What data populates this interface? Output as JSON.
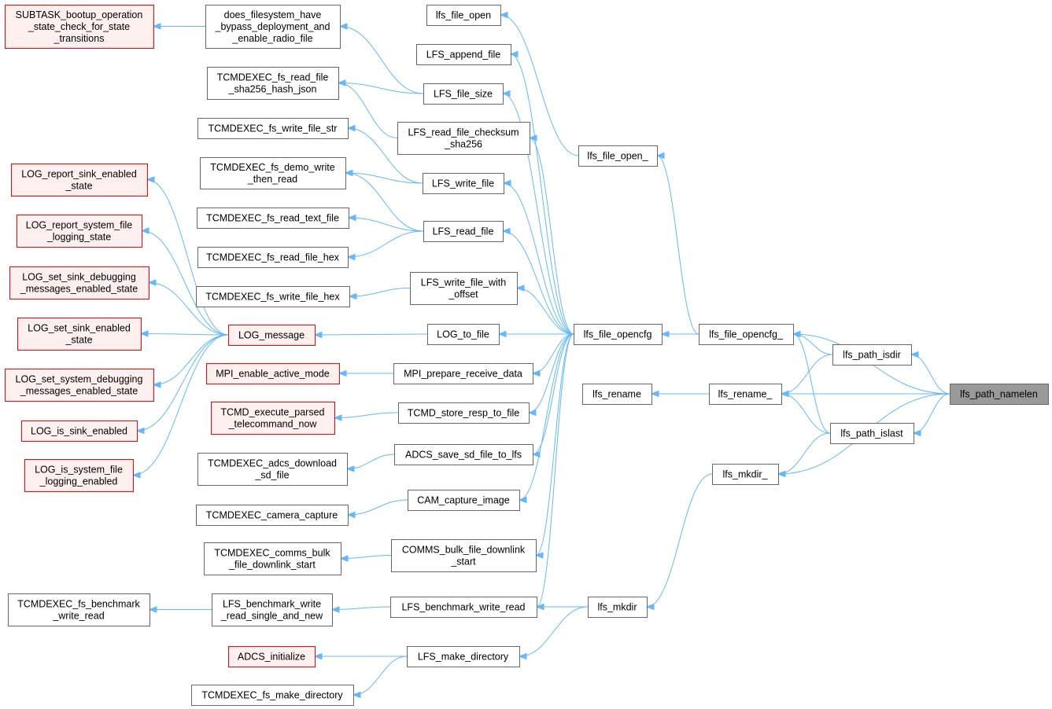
{
  "colors": {
    "edge": "#63b8ff",
    "normal_fill": "#ffffff",
    "normal_stroke": "#666666",
    "truncated_fill": "#fff0f0",
    "truncated_stroke": "#ff0000",
    "root_fill": "#999999",
    "root_stroke": "#666666"
  },
  "nodes": [
    {
      "id": "n_subtask",
      "lines": [
        "SUBTASK_bootup_operation",
        "_state_check_for_state",
        "_transitions"
      ],
      "style": "truncated"
    },
    {
      "id": "n_does_fs",
      "lines": [
        "does_filesystem_have",
        "_bypass_deployment_and",
        "_enable_radio_file"
      ],
      "style": "normal"
    },
    {
      "id": "n_fs_read_sha",
      "lines": [
        "TCMDEXEC_fs_read_file",
        "_sha256_hash_json"
      ],
      "style": "normal"
    },
    {
      "id": "n_fs_write_str",
      "lines": [
        "TCMDEXEC_fs_write_file_str"
      ],
      "style": "normal"
    },
    {
      "id": "n_fs_demo",
      "lines": [
        "TCMDEXEC_fs_demo_write",
        "_then_read"
      ],
      "style": "normal"
    },
    {
      "id": "n_fs_read_text",
      "lines": [
        "TCMDEXEC_fs_read_text_file"
      ],
      "style": "normal"
    },
    {
      "id": "n_fs_read_hex",
      "lines": [
        "TCMDEXEC_fs_read_file_hex"
      ],
      "style": "normal"
    },
    {
      "id": "n_fs_write_hex",
      "lines": [
        "TCMDEXEC_fs_write_file_hex"
      ],
      "style": "normal"
    },
    {
      "id": "n_log_rse",
      "lines": [
        "LOG_report_sink_enabled",
        "_state"
      ],
      "style": "truncated"
    },
    {
      "id": "n_log_rsfl",
      "lines": [
        "LOG_report_system_file",
        "_logging_state"
      ],
      "style": "truncated"
    },
    {
      "id": "n_log_ssdm",
      "lines": [
        "LOG_set_sink_debugging",
        "_messages_enabled_state"
      ],
      "style": "truncated"
    },
    {
      "id": "n_log_sse",
      "lines": [
        "LOG_set_sink_enabled",
        "_state"
      ],
      "style": "truncated"
    },
    {
      "id": "n_log_ssysdm",
      "lines": [
        "LOG_set_system_debugging",
        "_messages_enabled_state"
      ],
      "style": "truncated"
    },
    {
      "id": "n_log_ise",
      "lines": [
        "LOG_is_sink_enabled"
      ],
      "style": "truncated"
    },
    {
      "id": "n_log_isfle",
      "lines": [
        "LOG_is_system_file",
        "_logging_enabled"
      ],
      "style": "truncated"
    },
    {
      "id": "n_log_message",
      "lines": [
        "LOG_message"
      ],
      "style": "truncated"
    },
    {
      "id": "n_mpi_enable",
      "lines": [
        "MPI_enable_active_mode"
      ],
      "style": "truncated"
    },
    {
      "id": "n_tcmd_exec_parsed",
      "lines": [
        "TCMD_execute_parsed",
        "_telecommand_now"
      ],
      "style": "truncated"
    },
    {
      "id": "n_adcs_download",
      "lines": [
        "TCMDEXEC_adcs_download",
        "_sd_file"
      ],
      "style": "normal"
    },
    {
      "id": "n_cam_capture_cmd",
      "lines": [
        "TCMDEXEC_camera_capture"
      ],
      "style": "normal"
    },
    {
      "id": "n_comms_bulk_cmd",
      "lines": [
        "TCMDEXEC_comms_bulk",
        "_file_downlink_start"
      ],
      "style": "normal"
    },
    {
      "id": "n_fs_bench_cmd",
      "lines": [
        "TCMDEXEC_fs_benchmark",
        "_write_read"
      ],
      "style": "normal"
    },
    {
      "id": "n_lfs_bench_single",
      "lines": [
        "LFS_benchmark_write",
        "_read_single_and_new"
      ],
      "style": "normal"
    },
    {
      "id": "n_adcs_init",
      "lines": [
        "ADCS_initialize"
      ],
      "style": "truncated"
    },
    {
      "id": "n_fs_make_dir_cmd",
      "lines": [
        "TCMDEXEC_fs_make_directory"
      ],
      "style": "normal"
    },
    {
      "id": "n_lfs_file_open",
      "lines": [
        "lfs_file_open"
      ],
      "style": "normal"
    },
    {
      "id": "n_lfs_append",
      "lines": [
        "LFS_append_file"
      ],
      "style": "normal"
    },
    {
      "id": "n_lfs_file_size",
      "lines": [
        "LFS_file_size"
      ],
      "style": "normal"
    },
    {
      "id": "n_lfs_read_checksum",
      "lines": [
        "LFS_read_file_checksum",
        "_sha256"
      ],
      "style": "normal"
    },
    {
      "id": "n_lfs_write_file",
      "lines": [
        "LFS_write_file"
      ],
      "style": "normal"
    },
    {
      "id": "n_lfs_read_file",
      "lines": [
        "LFS_read_file"
      ],
      "style": "normal"
    },
    {
      "id": "n_lfs_write_offset",
      "lines": [
        "LFS_write_file_with",
        "_offset"
      ],
      "style": "normal"
    },
    {
      "id": "n_log_to_file",
      "lines": [
        "LOG_to_file"
      ],
      "style": "normal"
    },
    {
      "id": "n_mpi_prepare",
      "lines": [
        "MPI_prepare_receive_data"
      ],
      "style": "normal"
    },
    {
      "id": "n_tcmd_store",
      "lines": [
        "TCMD_store_resp_to_file"
      ],
      "style": "normal"
    },
    {
      "id": "n_adcs_save",
      "lines": [
        "ADCS_save_sd_file_to_lfs"
      ],
      "style": "normal"
    },
    {
      "id": "n_cam_capture",
      "lines": [
        "CAM_capture_image"
      ],
      "style": "normal"
    },
    {
      "id": "n_comms_bulk",
      "lines": [
        "COMMS_bulk_file_downlink",
        "_start"
      ],
      "style": "normal"
    },
    {
      "id": "n_lfs_bench_wr",
      "lines": [
        "LFS_benchmark_write_read"
      ],
      "style": "normal"
    },
    {
      "id": "n_lfs_make_dir",
      "lines": [
        "LFS_make_directory"
      ],
      "style": "normal"
    },
    {
      "id": "n_lfs_file_open_",
      "lines": [
        "lfs_file_open_"
      ],
      "style": "normal"
    },
    {
      "id": "n_lfs_file_opencfg",
      "lines": [
        "lfs_file_opencfg"
      ],
      "style": "normal"
    },
    {
      "id": "n_lfs_rename",
      "lines": [
        "lfs_rename"
      ],
      "style": "normal"
    },
    {
      "id": "n_lfs_mkdir",
      "lines": [
        "lfs_mkdir"
      ],
      "style": "normal"
    },
    {
      "id": "n_lfs_file_opencfg_",
      "lines": [
        "lfs_file_opencfg_"
      ],
      "style": "normal"
    },
    {
      "id": "n_lfs_rename_",
      "lines": [
        "lfs_rename_"
      ],
      "style": "normal"
    },
    {
      "id": "n_lfs_mkdir_",
      "lines": [
        "lfs_mkdir_"
      ],
      "style": "normal"
    },
    {
      "id": "n_lfs_path_isdir",
      "lines": [
        "lfs_path_isdir"
      ],
      "style": "normal"
    },
    {
      "id": "n_lfs_path_islast",
      "lines": [
        "lfs_path_islast"
      ],
      "style": "normal"
    },
    {
      "id": "n_lfs_path_namelen",
      "lines": [
        "lfs_path_namelen"
      ],
      "style": "root"
    }
  ],
  "edges": [
    [
      "n_subtask",
      "n_does_fs"
    ],
    [
      "n_does_fs",
      "n_lfs_file_size"
    ],
    [
      "n_fs_read_sha",
      "n_lfs_file_size"
    ],
    [
      "n_fs_read_sha",
      "n_lfs_read_checksum"
    ],
    [
      "n_fs_write_str",
      "n_lfs_write_file"
    ],
    [
      "n_fs_demo",
      "n_lfs_write_file"
    ],
    [
      "n_fs_demo",
      "n_lfs_read_file"
    ],
    [
      "n_fs_read_text",
      "n_lfs_read_file"
    ],
    [
      "n_fs_read_hex",
      "n_lfs_read_file"
    ],
    [
      "n_fs_write_hex",
      "n_lfs_write_offset"
    ],
    [
      "n_log_rse",
      "n_log_message"
    ],
    [
      "n_log_rsfl",
      "n_log_message"
    ],
    [
      "n_log_ssdm",
      "n_log_message"
    ],
    [
      "n_log_sse",
      "n_log_message"
    ],
    [
      "n_log_ssysdm",
      "n_log_message"
    ],
    [
      "n_log_ise",
      "n_log_message"
    ],
    [
      "n_log_isfle",
      "n_log_message"
    ],
    [
      "n_log_message",
      "n_log_to_file"
    ],
    [
      "n_mpi_enable",
      "n_mpi_prepare"
    ],
    [
      "n_tcmd_exec_parsed",
      "n_tcmd_store"
    ],
    [
      "n_adcs_download",
      "n_adcs_save"
    ],
    [
      "n_cam_capture_cmd",
      "n_cam_capture"
    ],
    [
      "n_comms_bulk_cmd",
      "n_comms_bulk"
    ],
    [
      "n_fs_bench_cmd",
      "n_lfs_bench_single"
    ],
    [
      "n_lfs_bench_single",
      "n_lfs_bench_wr"
    ],
    [
      "n_adcs_init",
      "n_lfs_make_dir"
    ],
    [
      "n_fs_make_dir_cmd",
      "n_lfs_make_dir"
    ],
    [
      "n_lfs_file_open",
      "n_lfs_file_open_"
    ],
    [
      "n_lfs_append",
      "n_lfs_file_opencfg"
    ],
    [
      "n_lfs_file_size",
      "n_lfs_file_opencfg"
    ],
    [
      "n_lfs_read_checksum",
      "n_lfs_file_opencfg"
    ],
    [
      "n_lfs_write_file",
      "n_lfs_file_opencfg"
    ],
    [
      "n_lfs_read_file",
      "n_lfs_file_opencfg"
    ],
    [
      "n_lfs_write_offset",
      "n_lfs_file_opencfg"
    ],
    [
      "n_log_to_file",
      "n_lfs_file_opencfg"
    ],
    [
      "n_mpi_prepare",
      "n_lfs_file_opencfg"
    ],
    [
      "n_tcmd_store",
      "n_lfs_file_opencfg"
    ],
    [
      "n_adcs_save",
      "n_lfs_file_opencfg"
    ],
    [
      "n_cam_capture",
      "n_lfs_file_opencfg"
    ],
    [
      "n_comms_bulk",
      "n_lfs_file_opencfg"
    ],
    [
      "n_lfs_bench_wr",
      "n_lfs_file_opencfg"
    ],
    [
      "n_lfs_bench_wr",
      "n_lfs_mkdir"
    ],
    [
      "n_lfs_make_dir",
      "n_lfs_mkdir"
    ],
    [
      "n_lfs_file_open_",
      "n_lfs_file_opencfg_"
    ],
    [
      "n_lfs_file_opencfg",
      "n_lfs_file_opencfg_"
    ],
    [
      "n_lfs_rename",
      "n_lfs_rename_"
    ],
    [
      "n_lfs_mkdir",
      "n_lfs_mkdir_"
    ],
    [
      "n_lfs_file_opencfg_",
      "n_lfs_path_isdir"
    ],
    [
      "n_lfs_file_opencfg_",
      "n_lfs_path_islast"
    ],
    [
      "n_lfs_file_opencfg_",
      "n_lfs_path_namelen"
    ],
    [
      "n_lfs_rename_",
      "n_lfs_path_isdir"
    ],
    [
      "n_lfs_rename_",
      "n_lfs_path_islast"
    ],
    [
      "n_lfs_rename_",
      "n_lfs_path_namelen"
    ],
    [
      "n_lfs_mkdir_",
      "n_lfs_path_islast"
    ],
    [
      "n_lfs_mkdir_",
      "n_lfs_path_namelen"
    ],
    [
      "n_lfs_path_isdir",
      "n_lfs_path_namelen"
    ],
    [
      "n_lfs_path_islast",
      "n_lfs_path_namelen"
    ]
  ]
}
